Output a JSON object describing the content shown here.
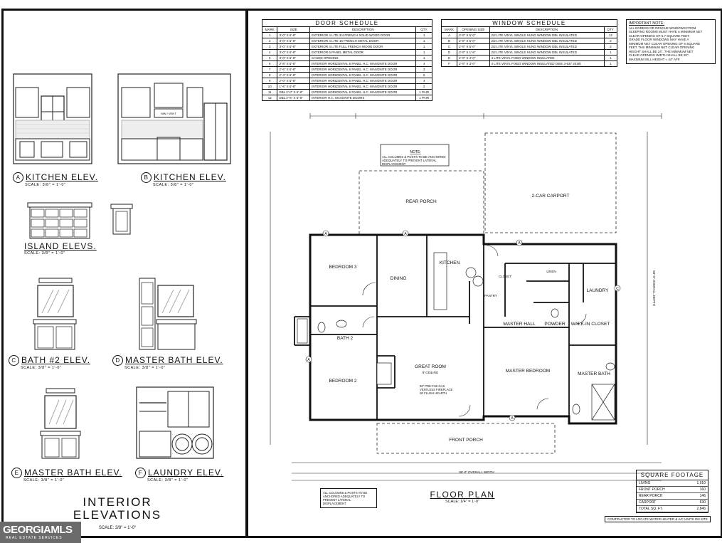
{
  "elevations": {
    "a": {
      "letter": "A",
      "title": "KITCHEN ELEV.",
      "scale": "SCALE: 3/8\" = 1'-0\""
    },
    "b": {
      "letter": "B",
      "title": "KITCHEN ELEV.",
      "scale": "SCALE: 3/8\" = 1'-0\""
    },
    "island": {
      "title": "ISLAND ELEVS.",
      "scale": "SCALE: 3/8\" = 1'-0\""
    },
    "c": {
      "letter": "C",
      "title": "BATH #2 ELEV.",
      "scale": "SCALE: 3/8\" = 1'-0\""
    },
    "d": {
      "letter": "D",
      "title": "MASTER BATH ELEV.",
      "scale": "SCALE: 3/8\" = 1'-0\""
    },
    "e": {
      "letter": "E",
      "title": "MASTER BATH ELEV.",
      "scale": "SCALE: 3/8\" = 1'-0\""
    },
    "f": {
      "letter": "F",
      "title": "LAUNDRY ELEV.",
      "scale": "SCALE: 3/8\" = 1'-0\""
    }
  },
  "interior_title": {
    "line1": "INTERIOR",
    "line2": "ELEVATIONS",
    "scale": "SCALE: 3/8\" = 1'-0\""
  },
  "door_schedule": {
    "title": "DOOR SCHEDULE",
    "headers": [
      "MARK",
      "SIZE",
      "DESCRIPTION",
      "QTY."
    ],
    "rows": [
      [
        "1",
        "3'-0\" X 6'-8\"",
        "EXTERIOR 4 LITE 3/4 FRENCH SOLID WOOD DOOR",
        "1"
      ],
      [
        "2",
        "3'-0\" X 6'-8\"",
        "EXTERIOR 4 LITE 15 FRENCH METAL DOOR",
        "1"
      ],
      [
        "3",
        "3'-0\" X 6'-8\"",
        "EXTERIOR 4 LITE FULL FRENCH WOOD DOOR",
        "1"
      ],
      [
        "4",
        "3'-0\" X 6'-8\"",
        "EXTERIOR 6 PANEL METAL DOOR",
        "1"
      ],
      [
        "5",
        "3'-0\" X 6'-8\"",
        "CASED OPENING",
        "1"
      ],
      [
        "6",
        "2'-8\" X 6'-8\"",
        "INTERIOR HORIZONTAL 6 PANEL H.C. MASONITE DOOR",
        "4"
      ],
      [
        "7",
        "2'-6\" X 6'-8\"",
        "INTERIOR HORIZONTAL 6 PANEL H.C. MASONITE DOOR",
        "3"
      ],
      [
        "8",
        "2'-4\" X 6'-8\"",
        "INTERIOR HORIZONTAL 6 PANEL H.C. MASONITE DOOR",
        "6"
      ],
      [
        "9",
        "2'-0\" X 6'-8\"",
        "INTERIOR HORIZONTAL 6 PANEL H.C. MASONITE DOOR",
        "4"
      ],
      [
        "10",
        "1'-6\" X 6'-8\"",
        "INTERIOR HORIZONTAL 6 PANEL H.C. MASONITE DOOR",
        "2"
      ],
      [
        "11",
        "DBL 2'-0\" X 6'-8\"",
        "INTERIOR HORIZONTAL 6 PANEL H.C. MASONITE DOOR",
        "1 PAIR"
      ],
      [
        "12",
        "DBL 2'-6\" X 6'-8\"",
        "INTERIOR H.C. MASONITE DOORS",
        "1 PAIR"
      ]
    ]
  },
  "window_schedule": {
    "title": "WINDOW SCHEDULE",
    "headers": [
      "MARK",
      "OPENING SIZE",
      "DESCRIPTION",
      "QTY."
    ],
    "rows": [
      [
        "A",
        "3'-0\" X 5'-0\"",
        "2/2 LITE VINYL SINGLE HUNG WINDOW DBL INSULATED",
        "12"
      ],
      [
        "B",
        "2'-6\" X 5'-0\"",
        "2/2 LITE VINYL SINGLE HUNG WINDOW DBL INSULATED",
        "2"
      ],
      [
        "C",
        "2'-0\" X 5'-0\"",
        "2/2 LITE VINYL SINGLE HUNG WINDOW DBL INSULATED",
        "2"
      ],
      [
        "D",
        "3'-0\" X 1'-6\"",
        "2/2 LITE VINYL SINGLE HUNG WINDOW DBL INSULATED",
        "1"
      ],
      [
        "E",
        "2'-0\" X 4'-0\"",
        "4 LITE VINYL FIXED WINDOW INSULATED",
        "1"
      ],
      [
        "F",
        "2'-0\" X 3'-0\"",
        "4 LITE VINYL FIXED WINDOW INSULATED (SEE 3-637 2018)",
        "1"
      ]
    ]
  },
  "important_note": {
    "title": "IMPORTANT NOTE:",
    "lines": [
      "ALL EGRESS OR RESCUE WINDOWS FROM",
      "SLEEPING ROOMS MUST HAVE A MINIMUM NET",
      "CLEAR OPENING OF 5.7 SQUARE FEET.",
      "GRADE FLOOR WINDOWS MAY HAVE A",
      "MINIMUM NET CLEAR OPENING OF 5 SQUARE",
      "FEET. THE MINIMUM NET CLEAR OPENING",
      "HEIGHT SHALL BE 24\". THE MINIMUM NET",
      "CLEAR OPENING WIDTH SHALL BE 20\".",
      "MAXIMUM SILL HEIGHT = 44\" AFF."
    ]
  },
  "plan_notes": {
    "note_top": {
      "title": "NOTE:",
      "text": "ALL COLUMNS & POSTS TO BE ANCHORED ADEQUATELY TO PREVENT LATERAL DISPLACEMENT"
    },
    "note_bottom": "ALL COLUMNS & POSTS TO BE ANCHORED ADEQUATELY TO PREVENT LATERAL DISPLACEMENT",
    "contractor": "CONTRACTOR TO LOCATE WATER HEATER & A/C UNITS ON SITE"
  },
  "rooms": {
    "rear_porch": "REAR PORCH",
    "carport": "2-CAR CARPORT",
    "bedroom3": "BEDROOM 3",
    "bedroom2": "BEDROOM 2",
    "bath2": "BATH 2",
    "dining": "DINING",
    "kitchen": "KITCHEN",
    "great_room": "GREAT ROOM",
    "master_hall": "MASTER HALL",
    "master_bedroom": "MASTER BEDROOM",
    "laundry": "LAUNDRY",
    "powder": "POWDER",
    "walk_in_closet": "WALK-IN CLOSET",
    "master_bath": "MASTER BATH",
    "front_porch": "FRONT PORCH",
    "linen": "LINEN",
    "closet": "CLOSET",
    "pantry": "PANTRY",
    "ceiling_9": "9' CEILING",
    "fireplace": "36\" PRE-FAB GAS VENTLESS FIREPLACE W/ FLUSH HEARTH",
    "overall_width": "96'-0\" OVERALL WIDTH",
    "overall_depth": "58'-0\" OVERALL DEPTH"
  },
  "square_footage": {
    "title": "SQUARE FOOTAGE",
    "rows": [
      {
        "label": "LIVING",
        "value": "1,910"
      },
      {
        "label": "FRONT PORCH",
        "value": "160"
      },
      {
        "label": "REAR PORCH",
        "value": "146"
      },
      {
        "label": "CARPORT",
        "value": "630"
      },
      {
        "label": "TOTAL SQ. FT.",
        "value": "2,846"
      }
    ]
  },
  "plan_title": {
    "title": "FLOOR PLAN",
    "scale": "SCALE: 1/4\" = 1'-0\""
  },
  "watermark": {
    "brand": "GEORGIAMLS",
    "sub": "REAL ESTATE SERVICES"
  }
}
